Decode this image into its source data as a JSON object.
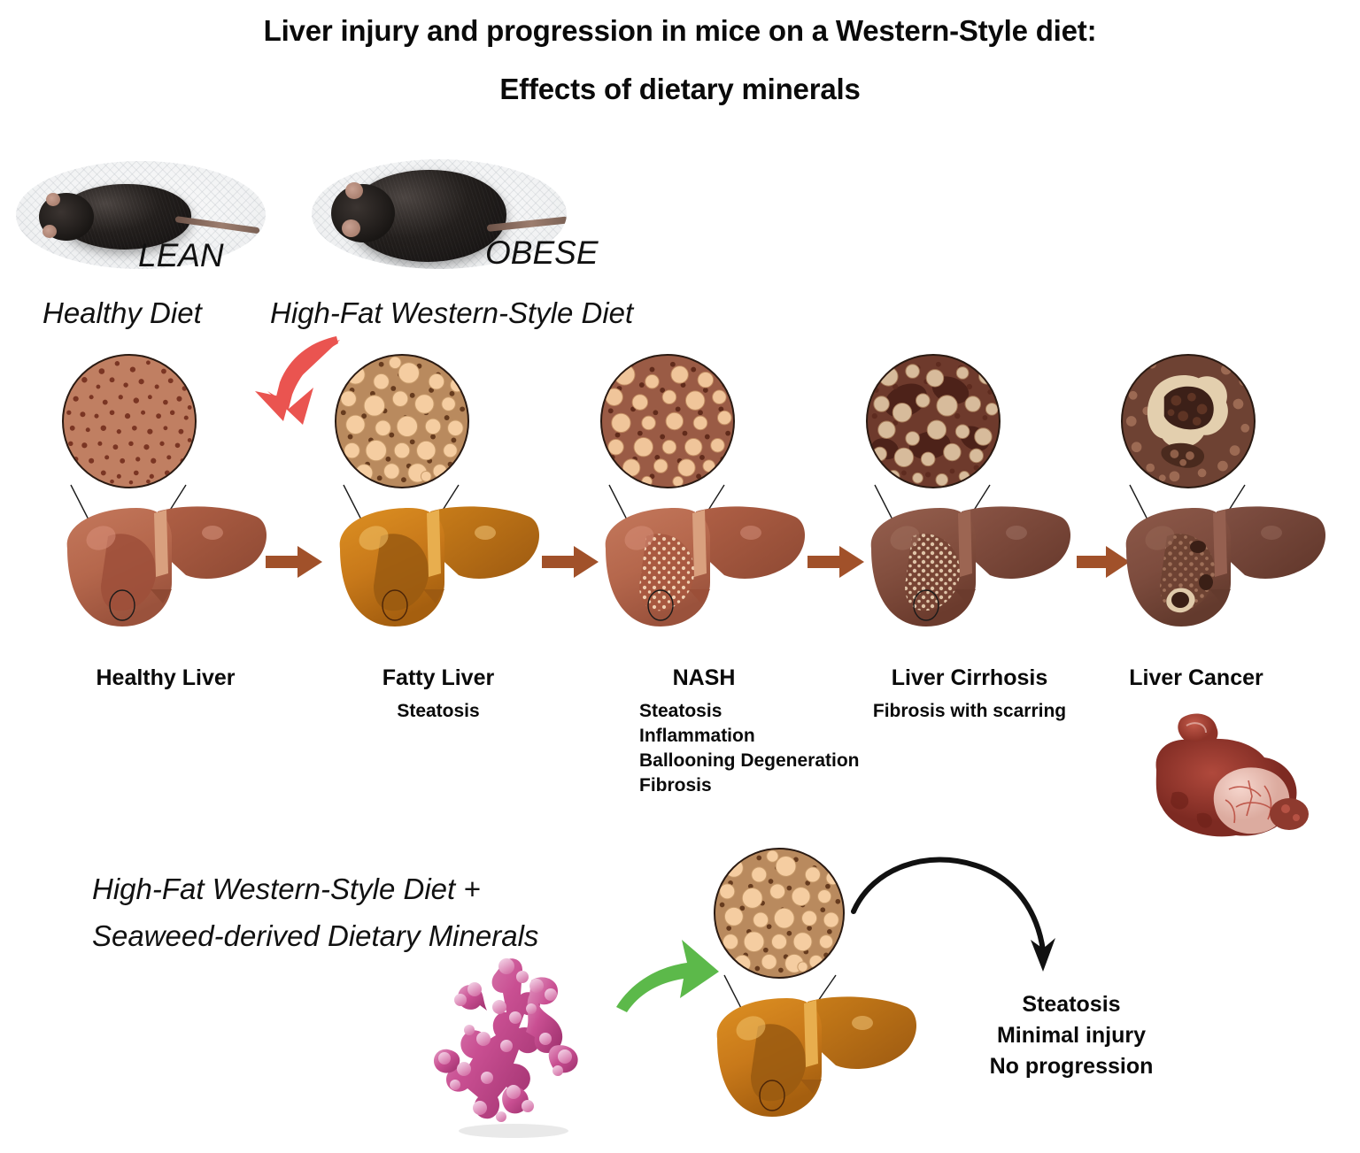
{
  "title": {
    "line1": "Liver injury and progression in mice on a Western-Style diet:",
    "line2": "Effects of dietary minerals"
  },
  "mice": [
    {
      "id": "lean",
      "badge": "LEAN",
      "diet": "Healthy Diet"
    },
    {
      "id": "obese",
      "badge": "OBESE",
      "diet": "High-Fat Western-Style Diet"
    }
  ],
  "progression": {
    "stages": [
      {
        "id": "healthy-liver",
        "label": "Healthy Liver",
        "features": [],
        "liver_color": "#b5674c",
        "inset_bg": "#c07f62",
        "inset_dot": "#7a3523"
      },
      {
        "id": "fatty-liver",
        "label": "Fatty Liver",
        "features": [
          "Steatosis"
        ],
        "liver_color": "#c8791a",
        "inset_bg": "#c79a6a",
        "inset_dot": "#f3c79a"
      },
      {
        "id": "nash",
        "label": "NASH",
        "features": [
          "Steatosis",
          "Inflammation",
          "Ballooning Degeneration",
          "Fibrosis"
        ],
        "liver_color": "#b5674c",
        "inset_bg": "#9a5b45",
        "inset_dot": "#f0c59a"
      },
      {
        "id": "liver-cirrhosis",
        "label": "Liver Cirrhosis",
        "features": [
          "Fibrosis with scarring"
        ],
        "liver_color": "#8a5546",
        "inset_bg": "#6e3a2c",
        "inset_dot": "#d7bb9b"
      },
      {
        "id": "liver-cancer",
        "label": "Liver Cancer",
        "features": [],
        "liver_color": "#7d4c3e",
        "inset_bg": "#6e4233",
        "inset_dot": "#9c6a53"
      }
    ],
    "arrow_color": "#a1512a",
    "diet_arrow_color": "#ea5450"
  },
  "treatment": {
    "label_line1": "High-Fat Western-Style Diet +",
    "label_line2": "Seaweed-derived Dietary Minerals",
    "mineral_source": "seaweed-coral",
    "arrow_color": "#5cb94a",
    "liver_color": "#c8791a",
    "outcome_arrow_color": "#111111",
    "outcome": [
      "Steatosis",
      "Minimal injury",
      "No progression"
    ]
  },
  "tumor_photo": {
    "id": "liver-tumor-photo",
    "caption": ""
  },
  "icons": {
    "red_curved_arrow": "curved-down-arrow-icon",
    "progression_arrow": "right-arrow-icon",
    "green_arrow": "green-right-arrow-icon",
    "outcome_arrow": "curved-outcome-arrow-icon"
  }
}
